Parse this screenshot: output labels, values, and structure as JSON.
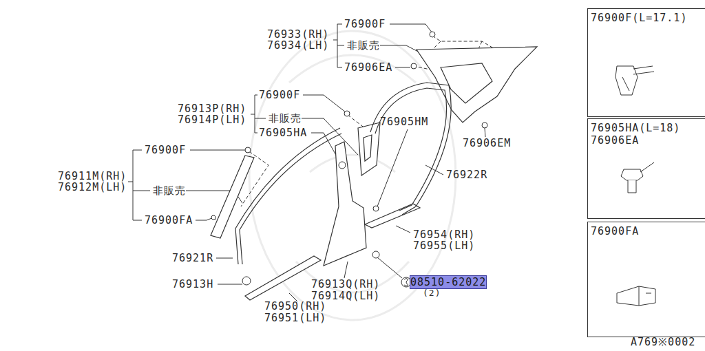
{
  "diagram": {
    "nodes": [
      {
        "text": [
          "76900F(L=17.1)"
        ]
      },
      {
        "text": [
          "76905HA(L=18)",
          "76906EA"
        ]
      },
      {
        "text": [
          "76900FA"
        ]
      }
    ],
    "labels": [
      "76900F",
      "76933(RH)",
      "76934(LH)",
      "非販売",
      "76906EA",
      "76900F",
      "76913P(RH)",
      "76914P(LH)",
      "非販売",
      "76905HM",
      "76905HA",
      "76906EM",
      "76900F",
      "76922R",
      "76911M(RH)",
      "76912M(LH)",
      "非販売",
      "76900FA",
      "76954(RH)",
      "76955(LH)",
      "76921R",
      "08510-62022",
      "76913H",
      "76913Q(RH)",
      "(2)",
      "76914Q(LH)",
      "76950(RH)",
      "76951(LH)",
      "A769※0002"
    ]
  }
}
